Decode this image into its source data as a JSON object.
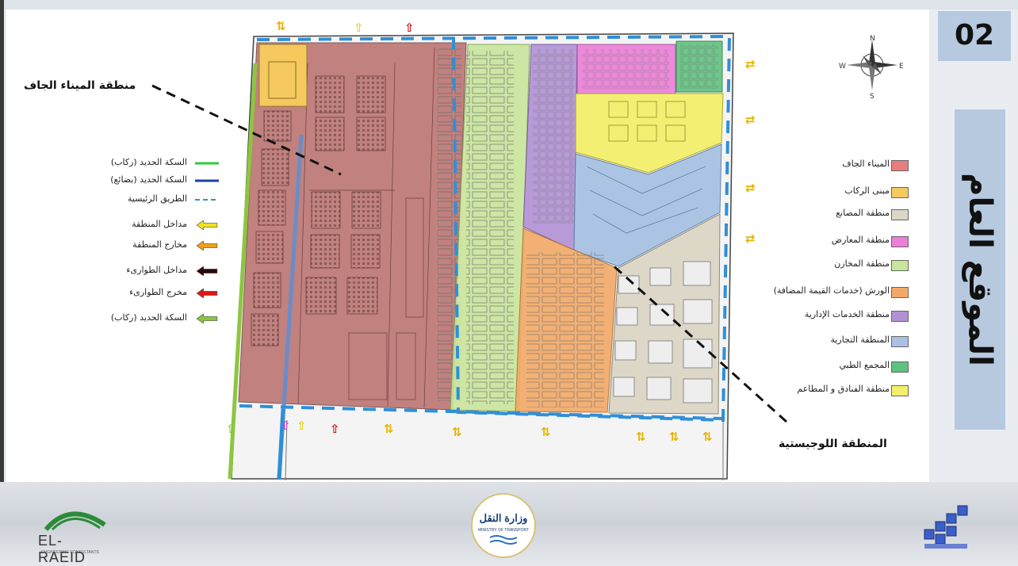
{
  "slide": {
    "number": "02",
    "title": "الموقع العام"
  },
  "callouts": {
    "dry_port": "منطقة الميناء الجاف",
    "logistics": "المنطقة اللوجيستية"
  },
  "legend_left": [
    {
      "label": "السكة الحديد (ركاب)",
      "symbol": "line",
      "color": "#2fcc3a"
    },
    {
      "label": "السكة الحديد (بضائع)",
      "symbol": "line",
      "color": "#1d3fa8"
    },
    {
      "label": "الطريق الرئيسية",
      "symbol": "dash",
      "color": "#2f8fd8"
    },
    {
      "label": "مداخل المنطقة",
      "symbol": "arrow",
      "color": "#f2e21a"
    },
    {
      "label": "مخارج المنطقة",
      "symbol": "arrow",
      "color": "#f0a21a"
    },
    {
      "label": "مداخل الطوارىء",
      "symbol": "arrow",
      "color": "#111111"
    },
    {
      "label": "مخرج الطوارىء",
      "symbol": "arrow",
      "color": "#e01616"
    },
    {
      "label": "السكة الحديد (ركاب)",
      "symbol": "arrow",
      "color": "#8cc63f"
    }
  ],
  "legend_right": [
    {
      "label": "الميناء الجاف",
      "color": "#e77d7d"
    },
    {
      "label": "مبنى الركاب",
      "color": "#f5c95e"
    },
    {
      "label": "منطقة المصانع",
      "color": "#dcd6c6"
    },
    {
      "label": "منطقة المعارض",
      "color": "#ec7ed8"
    },
    {
      "label": "منطقة المخازن",
      "color": "#c9e59c"
    },
    {
      "label": "الورش (خدمات القيمة المضافة)",
      "color": "#f2a968"
    },
    {
      "label": "منطقة الخدمات الإدارية",
      "color": "#b191d4"
    },
    {
      "label": "المنطقة التجارية",
      "color": "#a9c2e3"
    },
    {
      "label": "المجمع الطبي",
      "color": "#5ec37e"
    },
    {
      "label": "منطقة الفنادق و المطاعم",
      "color": "#f3ef6c"
    }
  ],
  "compass": {
    "n": "N",
    "s": "S",
    "e": "E",
    "w": "W"
  },
  "logos": {
    "left_name": "EL-RAEID",
    "left_sub": "ENGINEERING CONSULTANTS",
    "center_name": "وزارة النقل",
    "center_sub": "MINISTRY OF TRANSPORT"
  }
}
